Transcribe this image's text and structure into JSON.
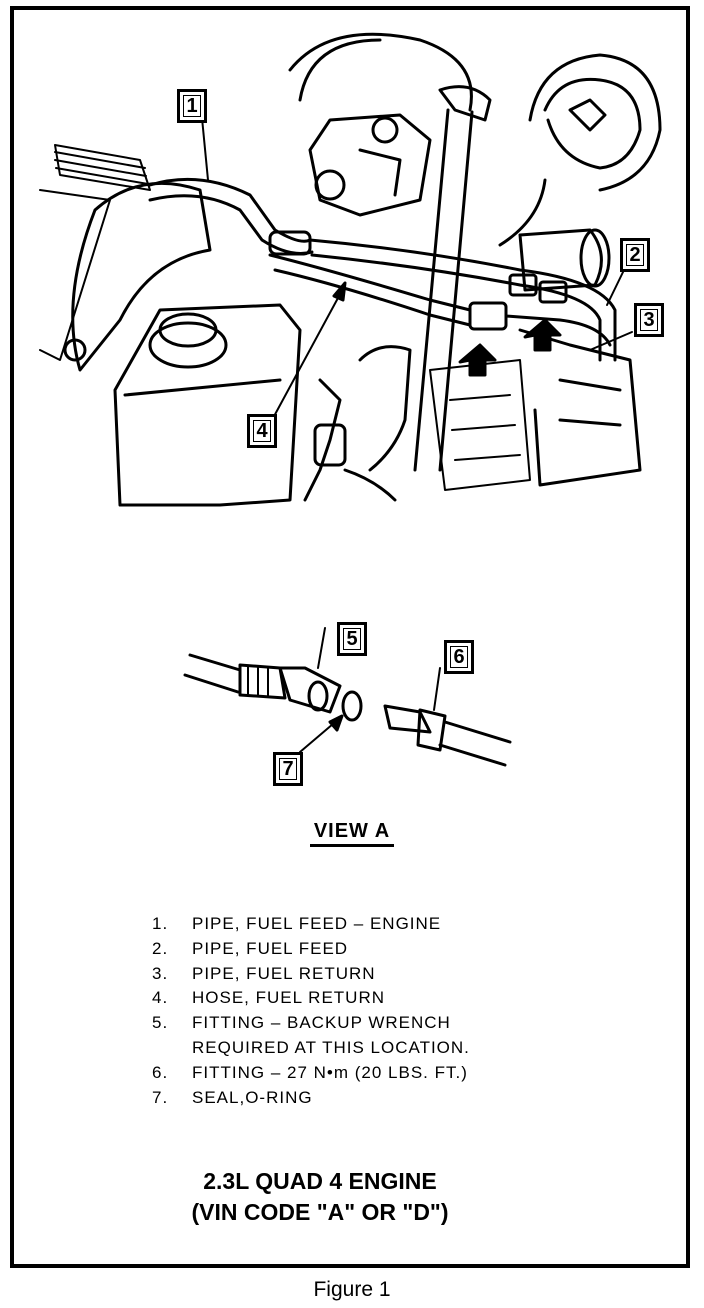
{
  "callouts": [
    "1",
    "2",
    "3",
    "4",
    "5",
    "6",
    "7"
  ],
  "view_label": "VIEW A",
  "legend": [
    {
      "num": "1.",
      "text": "PIPE, FUEL FEED – ENGINE"
    },
    {
      "num": "2.",
      "text": "PIPE, FUEL FEED"
    },
    {
      "num": "3.",
      "text": "PIPE, FUEL RETURN"
    },
    {
      "num": "4.",
      "text": "HOSE, FUEL RETURN"
    },
    {
      "num": "5.",
      "text": "FITTING – BACKUP WRENCH",
      "cont": "REQUIRED AT THIS LOCATION."
    },
    {
      "num": "6.",
      "text": "FITTING – 27 N•m (20 LBS. FT.)"
    },
    {
      "num": "7.",
      "text": "SEAL,O-RING"
    }
  ],
  "engine_title": {
    "line1": "2.3L QUAD 4 ENGINE",
    "line2": "(VIN CODE \"A\" OR \"D\")"
  },
  "caption": "Figure 1"
}
